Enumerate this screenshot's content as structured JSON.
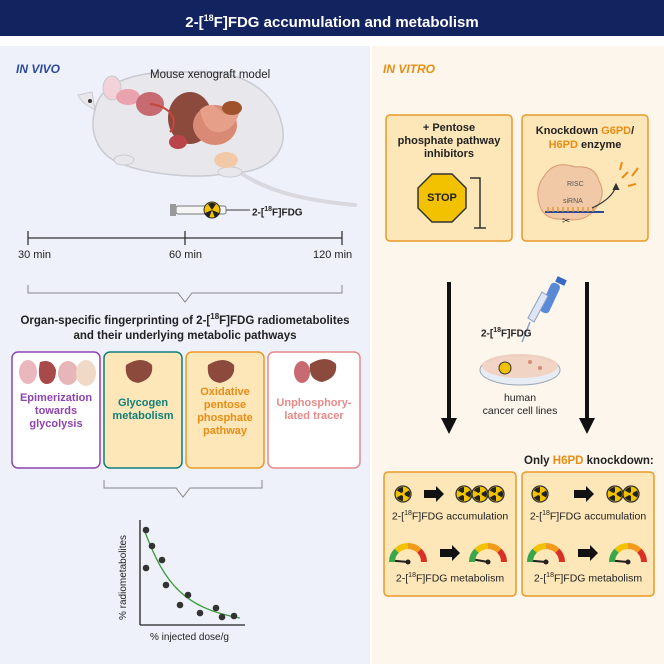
{
  "header": {
    "title_pre": "2-[",
    "title_sup": "18",
    "title_post": "F]FDG accumulation and metabolism"
  },
  "in_vivo": {
    "label": "IN VIVO",
    "model": "Mouse xenograft model",
    "syringe_label_pre": "2-[",
    "syringe_label_sup": "18",
    "syringe_label_post": "F]FDG",
    "timeline": [
      "30 min",
      "60 min",
      "120 min"
    ],
    "fingerprint_line1_pre": "Organ-specific fingerprinting of 2-[",
    "fingerprint_line1_sup": "18",
    "fingerprint_line1_post": "F]FDG radiometabolites",
    "fingerprint_line2": "and their underlying metabolic pathways",
    "boxes": [
      {
        "lines": [
          "Epimerization",
          "towards",
          "glycolysis"
        ],
        "color": "#8e44ad"
      },
      {
        "lines": [
          "Glycogen",
          "metabolism"
        ],
        "color": "#0f7f7a"
      },
      {
        "lines": [
          "Oxidative",
          "pentose",
          "phosphate",
          "pathway"
        ],
        "color": "#e88d14"
      },
      {
        "lines": [
          "Unphosphory-",
          "lated tracer"
        ],
        "color": "#e68a8a"
      }
    ],
    "plot": {
      "ylabel": "% radiometabolites",
      "xlabel": "% injected dose/g"
    }
  },
  "in_vitro": {
    "label": "IN VITRO",
    "inhibitor_box": [
      "+ Pentose",
      "phosphate pathway",
      "inhibitors"
    ],
    "stop_sign": "STOP",
    "knockdown_pre": "Knockdown ",
    "knockdown_g6pd": "G6PD",
    "knockdown_slash": "/",
    "knockdown_h6pd": "H6PD",
    "knockdown_post": " enzyme",
    "risc": "RISC",
    "sirna": "siRNA",
    "pipette_label_pre": "2-[",
    "pipette_label_sup": "18",
    "pipette_label_post": "F]FDG",
    "cells_label": [
      "human",
      "cancer cell lines"
    ],
    "only_pre": "Only ",
    "only_h6pd": "H6PD",
    "only_post": " knockdown:",
    "accumulation_pre": "2-[",
    "accumulation_sup": "18",
    "accumulation_post": "F]FDG accumulation",
    "metabolism_pre": "2-[",
    "metabolism_sup": "18",
    "metabolism_post": "F]FDG metabolism"
  },
  "colors": {
    "header": "#13235f",
    "in_vivo": "#2d4a9a",
    "in_vitro": "#e88d14",
    "box_fill": "#fde6b8",
    "box_border": "#e89a2a"
  }
}
